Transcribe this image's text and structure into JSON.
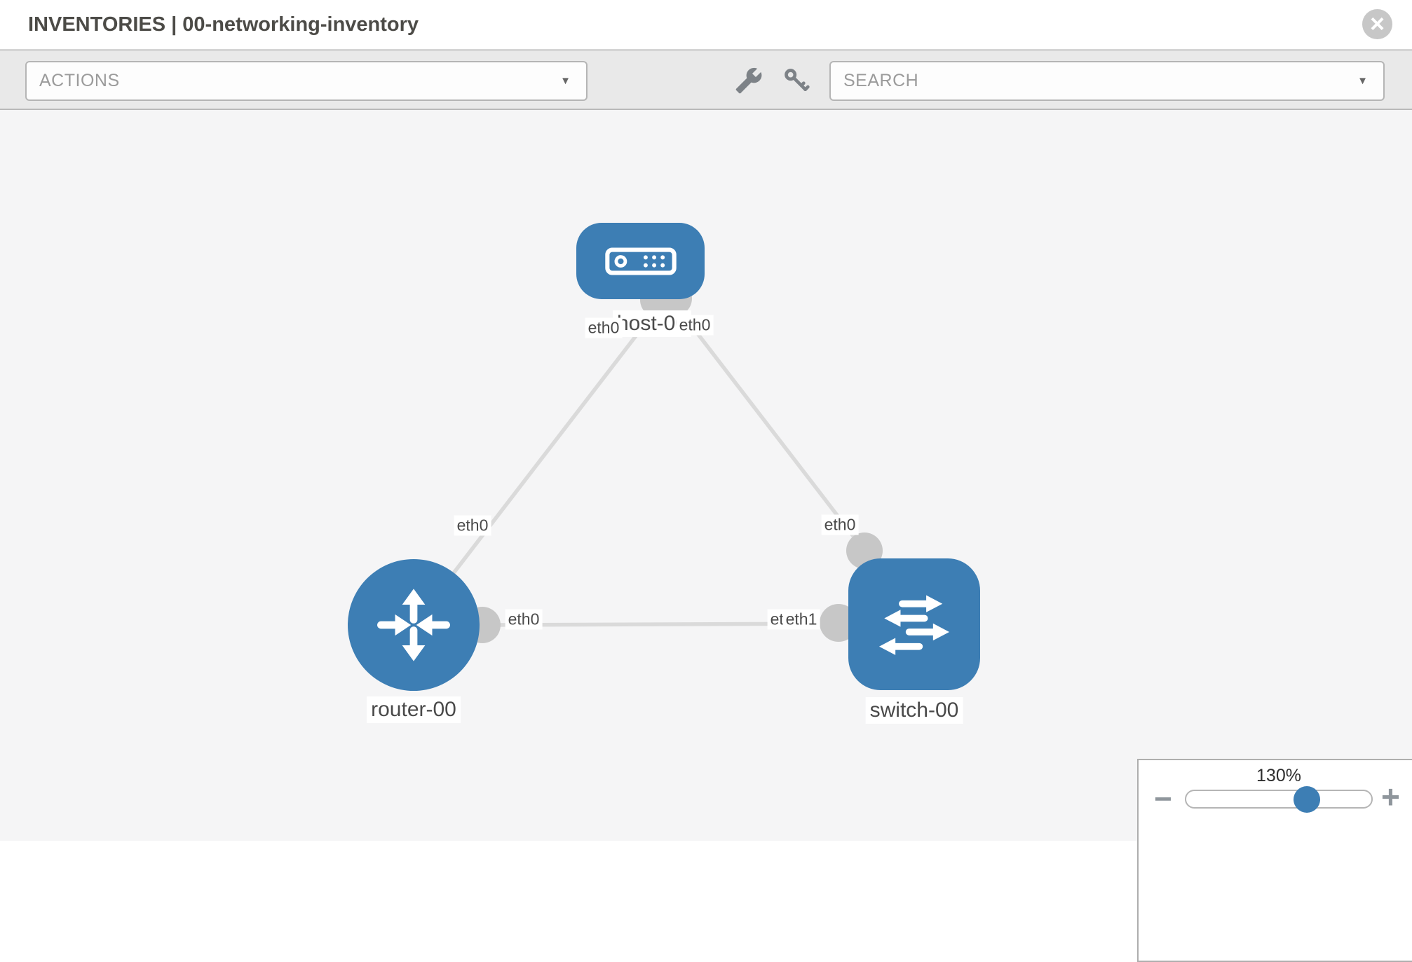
{
  "header": {
    "title": "INVENTORIES | 00-networking-inventory",
    "close_glyph": "×"
  },
  "toolbar": {
    "actions_label": "ACTIONS",
    "search_label": "SEARCH",
    "caret_glyph": "▼"
  },
  "topology": {
    "nodes": [
      {
        "id": "host-00",
        "label": "host-00",
        "type": "host"
      },
      {
        "id": "router-00",
        "label": "router-00",
        "type": "router"
      },
      {
        "id": "switch-00",
        "label": "switch-00",
        "type": "switch"
      }
    ],
    "links": [
      {
        "from": "host-00",
        "from_interface": "eth0",
        "to": "router-00",
        "to_interface": "eth0"
      },
      {
        "from": "host-00",
        "from_interface": "eth0",
        "to": "switch-00",
        "to_interface": "eth0"
      },
      {
        "from": "router-00",
        "from_interface": "eth0",
        "to": "switch-00",
        "to_interface": "eth1"
      }
    ],
    "labels": {
      "host": "host-00",
      "router": "router-00",
      "switch": "switch-00",
      "host_if_left": "eth0",
      "host_if_right": "eth0",
      "router_if_top": "eth0",
      "switch_if_top": "eth0",
      "link_rs_left_if": "eth0",
      "link_rs_right_under_if": "eth0",
      "link_rs_right_over_if": "eth1"
    }
  },
  "zoom_control": {
    "value_label": "130%",
    "minus_glyph": "−",
    "plus_glyph": "+"
  },
  "colors": {
    "node_blue": "#3d7eb4",
    "link_gray": "#dadada",
    "port_gray": "#c7c7c7",
    "toolbar_gray": "#e9e9e9",
    "canvas_gray": "#f5f5f6"
  }
}
